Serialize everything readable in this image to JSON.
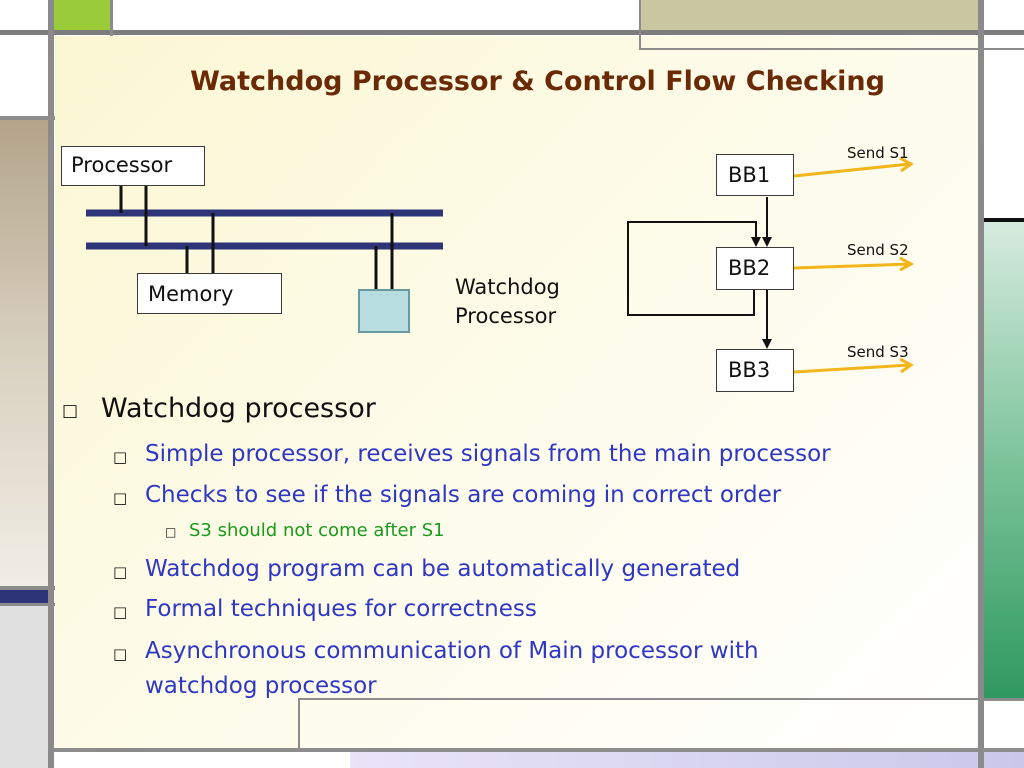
{
  "slide": {
    "title": "Watchdog Processor & Control Flow Checking"
  },
  "bus_diagram": {
    "processor_label": "Processor",
    "memory_label": "Memory",
    "watchdog_label_line1": "Watchdog",
    "watchdog_label_line2": "Processor"
  },
  "flow_diagram": {
    "blocks": [
      "BB1",
      "BB2",
      "BB3"
    ],
    "signals": [
      "Send S1",
      "Send S2",
      "Send S3"
    ]
  },
  "bullets": {
    "marker": "□",
    "level1": "Watchdog processor",
    "level2": [
      "Simple processor, receives signals from the main processor",
      "Checks to see if the signals are coming in correct order"
    ],
    "level3": "S3 should not come after S1",
    "level2_more": [
      "Watchdog program can be automatically generated",
      "Formal techniques for correctness"
    ],
    "level2_last_line1": "Asynchronous communication of Main processor with",
    "level2_last_line2": "watchdog processor"
  },
  "colors": {
    "title": "#6a2a05",
    "level2_text": "#2f37c4",
    "level3_text": "#1a9a1a",
    "bus": "#2e3478",
    "arrow": "#f2b51a",
    "watchdog_box": "#b8dde0"
  }
}
